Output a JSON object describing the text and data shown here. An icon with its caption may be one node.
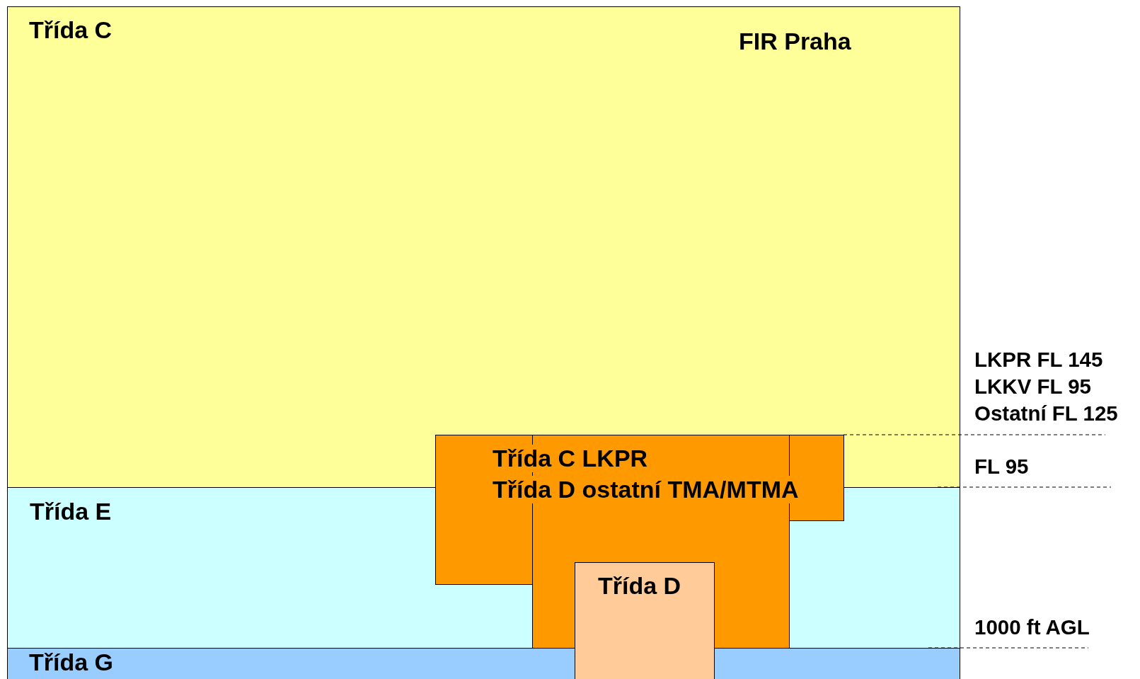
{
  "diagram": {
    "nodes": [
      {
        "text": [
          "Třída C",
          "FIR Praha"
        ]
      },
      {
        "text": [
          "Třída E"
        ]
      },
      {
        "text": [
          "Třída G"
        ]
      },
      {
        "text": [],
        "shape": "box"
      },
      {
        "text": [
          "Třída C LKPR",
          "Třída D ostatní TMA/MTMA"
        ]
      },
      {
        "text": [],
        "shape": "box"
      },
      {
        "text": [
          "Třída D"
        ]
      }
    ],
    "labels": [
      "LKPR FL 145",
      "LKKV FL 95",
      "Ostatní FL 125",
      "FL 95",
      "1000 ft AGL"
    ]
  }
}
